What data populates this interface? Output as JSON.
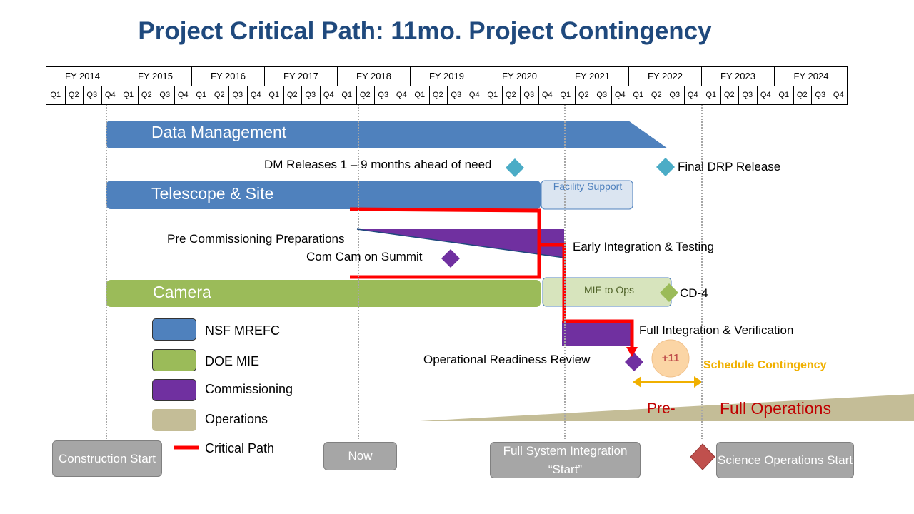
{
  "title": "Project Critical Path: 11mo. Project Contingency",
  "timeline": {
    "years": [
      "FY 2014",
      "FY 2015",
      "FY 2016",
      "FY 2017",
      "FY 2018",
      "FY 2019",
      "FY 2020",
      "FY 2021",
      "FY 2022",
      "FY 2023",
      "FY 2024"
    ],
    "quarters": [
      "Q1",
      "Q2",
      "Q3",
      "Q4"
    ]
  },
  "bars": {
    "data_management": "Data Management",
    "telescope_site": "Telescope & Site",
    "camera": "Camera",
    "facility_support": "Facility Support",
    "mie_to_ops": "MIE to Ops"
  },
  "labels": {
    "dm_releases": "DM Releases 1 – 9 months ahead of need",
    "final_drp": "Final DRP Release",
    "pre_commissioning": "Pre Commissioning Preparations",
    "com_cam": "Com Cam on Summit",
    "early_integration": "Early Integration & Testing",
    "cd4": "CD-4",
    "full_integration": "Full Integration & Verification",
    "operational_readiness": "Operational Readiness  Review",
    "contingency_badge": "+11",
    "schedule_contingency": "Schedule Contingency",
    "pre": "Pre-",
    "full_operations": "Full Operations"
  },
  "legend": [
    {
      "label": "NSF MREFC",
      "color": "#4f81bd"
    },
    {
      "label": "DOE MIE",
      "color": "#9bbb59"
    },
    {
      "label": "Commissioning",
      "color": "#7030a0"
    },
    {
      "label": "Operations",
      "color": "#c4bd97"
    },
    {
      "label": "Critical Path",
      "color": "#ff0000"
    }
  ],
  "milestones": {
    "construction_start": "Construction Start",
    "now": "Now",
    "full_system_integration": "Full System Integration “Start”",
    "science_operations_start": "Science Operations Start"
  },
  "colors": {
    "title": "#1f497d",
    "nsf": "#4f81bd",
    "doe": "#9bbb59",
    "commissioning": "#7030a0",
    "operations": "#c4bd97",
    "critical": "#ff0000",
    "contingency": "#f0b000"
  }
}
